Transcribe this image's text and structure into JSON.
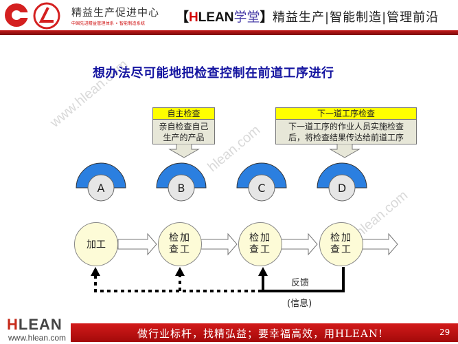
{
  "header": {
    "org_name": "精益生产促进中心",
    "org_sub": "中国先进精益管理体系 • 智能制造系统",
    "brand_open": "【",
    "brand_h": "H",
    "brand_rest": "LEAN",
    "brand_xt": "学堂",
    "brand_close": "】",
    "slogan": "精益生产|智能制造|管理前沿"
  },
  "watermarks": [
    "www.hlean.com",
    "hlean.com",
    "hlean.com"
  ],
  "title": "想办法尽可能地把检查控制在前道工序进行",
  "callouts": [
    {
      "head": "自主检查",
      "body_line1": "亲自检查自己",
      "body_line2": "生产的产品"
    },
    {
      "head": "下一道工序检查",
      "body_line1": "下一道工序的作业人员实施检查",
      "body_line2": "后，将检查结果传达给前道工序"
    }
  ],
  "stations": [
    "A",
    "B",
    "C",
    "D"
  ],
  "nodes": [
    {
      "label": "加工"
    },
    {
      "col1_top": "检",
      "col1_bot": "查",
      "col2_top": "加",
      "col2_bot": "工"
    },
    {
      "col1_top": "检",
      "col1_bot": "查",
      "col2_top": "加",
      "col2_bot": "工"
    },
    {
      "col1_top": "检",
      "col1_bot": "查",
      "col2_top": "加",
      "col2_bot": "工"
    }
  ],
  "feedback": {
    "label": "反馈",
    "sub_label": "(信息)"
  },
  "colors": {
    "title": "#1414a0",
    "station": "#2b7fe0",
    "callout_head": "#ffff00",
    "node_fill": "#fdfbd7",
    "brand_red": "#c31a1a"
  },
  "footer": {
    "logo_h": "H",
    "logo_rest": "LEAN",
    "url": "www.hlean.com",
    "slogan": "做行业标杆，找精弘益；要幸福高效，用HLEAN!",
    "page_number": "29"
  }
}
